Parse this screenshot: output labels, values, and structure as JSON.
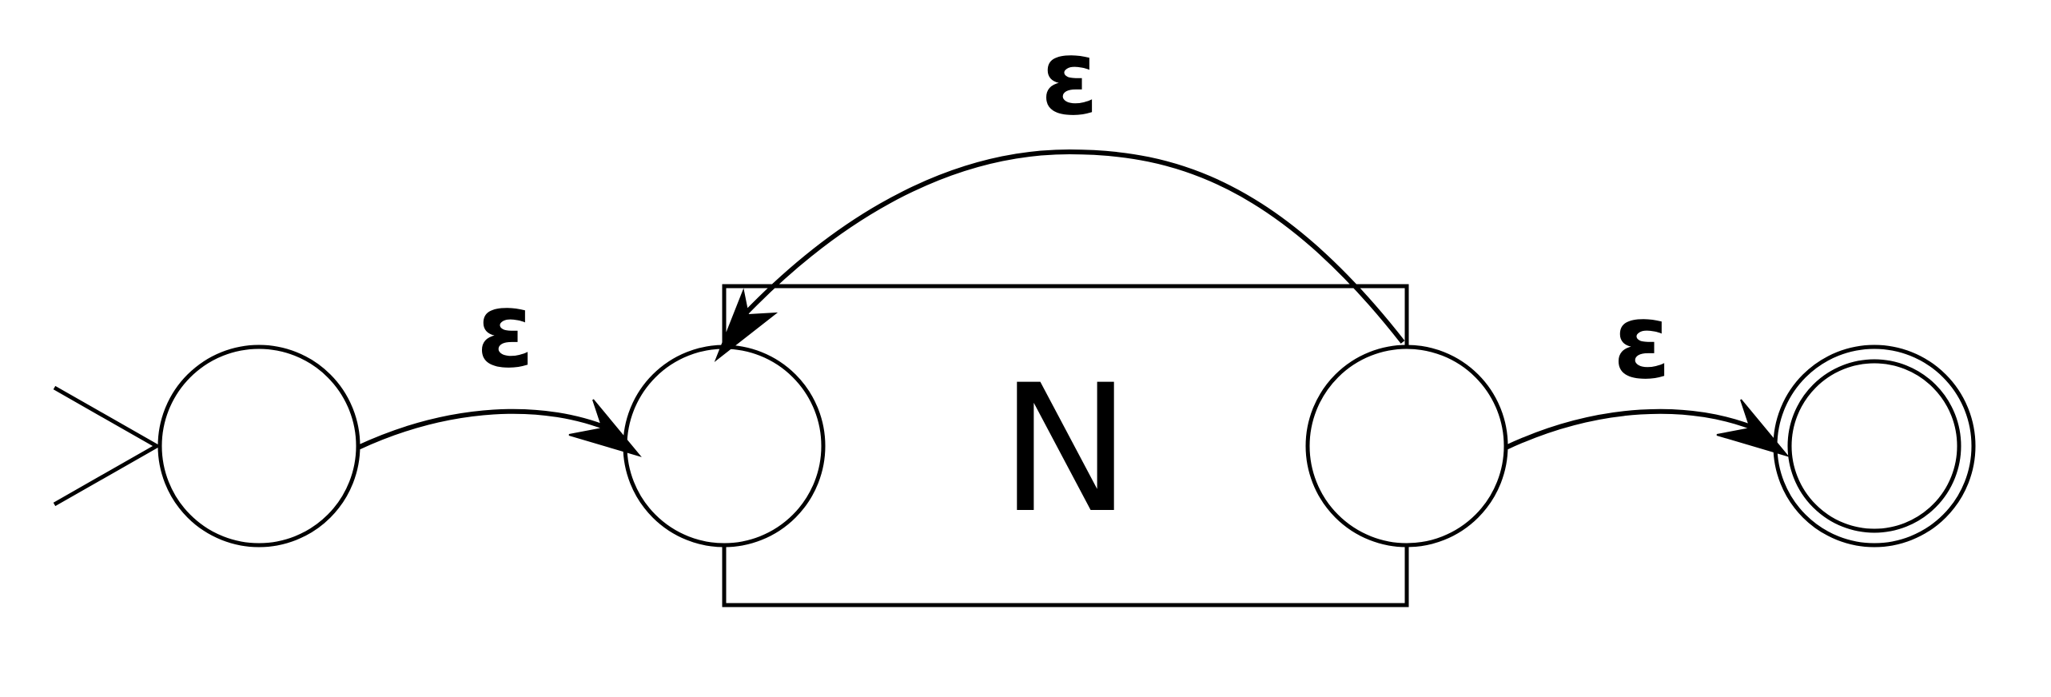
{
  "diagram": {
    "inner_automaton_label": "N",
    "transitions": {
      "start_to_inner": "ε",
      "inner_loop_back": "ε",
      "inner_to_accept": "ε"
    }
  }
}
